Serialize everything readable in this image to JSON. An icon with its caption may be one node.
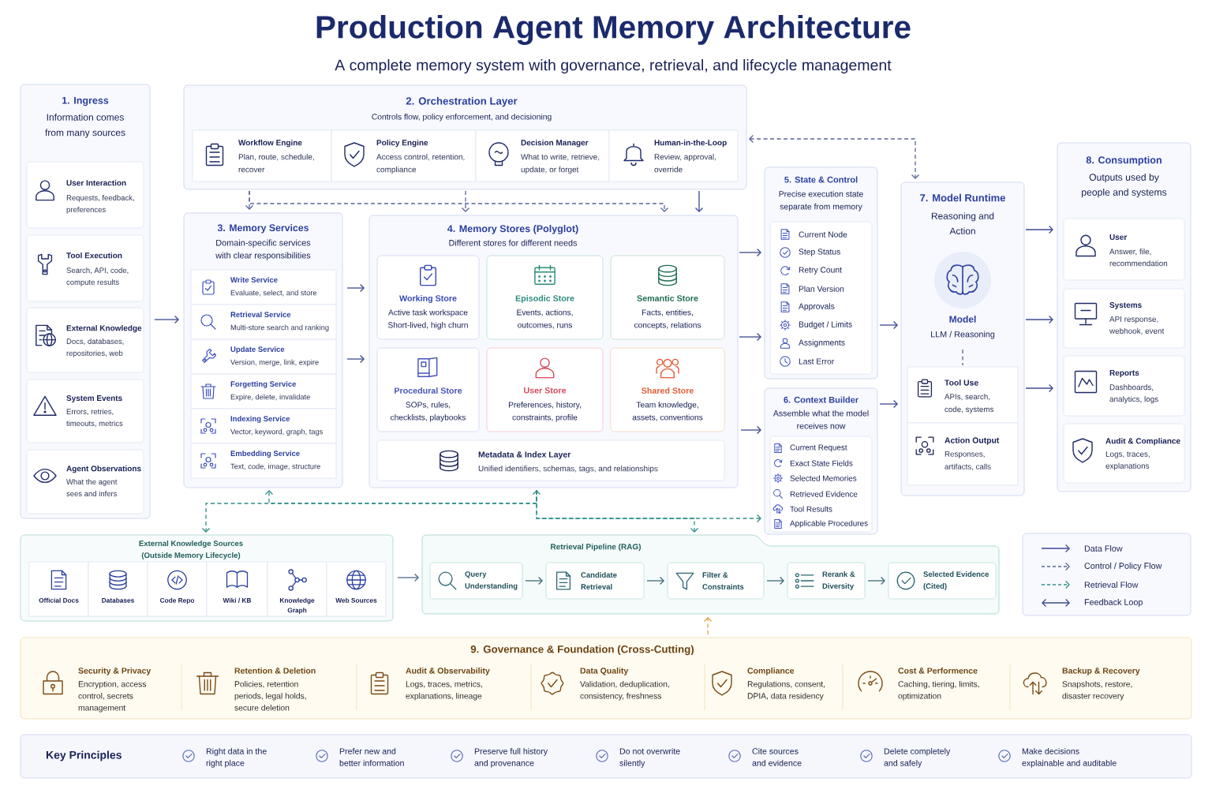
{
  "diagram": {
    "title": "Production Agent Memory Architecture",
    "labels": [
      "A complete memory system with governance, retrieval, and lifecycle management"
    ],
    "nodes": [
      {
        "text": [
          "1. Ingress",
          "Information comes from many sources"
        ]
      },
      {
        "text": [
          "User Interaction",
          "Requests, feedback, preferences"
        ],
        "in": 0
      },
      {
        "text": [
          "Tool Execution",
          "Search, API, code, compute results"
        ],
        "in": 0
      },
      {
        "text": [
          "External Knowledge",
          "Docs, databases, repositories, web"
        ],
        "in": 0
      },
      {
        "text": [
          "System Events",
          "Errors, retries, timeouts, metrics"
        ],
        "in": 0
      },
      {
        "text": [
          "Agent Observations",
          "What the agent sees and infers"
        ],
        "in": 0
      },
      {
        "text": [
          "2. Orchestration Layer",
          "Controls flow, policy enforcement, and decisioning"
        ]
      },
      {
        "text": [
          "Workflow Engine",
          "Plan, route, schedule, recover"
        ],
        "in": 6
      },
      {
        "text": [
          "Policy Engine",
          "Access control, retention, compliance"
        ],
        "in": 6
      },
      {
        "text": [
          "Decision Manager",
          "What to write, retrieve, update, or forget"
        ],
        "in": 6
      },
      {
        "text": [
          "Human-in-the-Loop",
          "Review, approval, override"
        ],
        "in": 6
      },
      {
        "text": [
          "3. Memory Services",
          "Domain-specific services with clear responsibilities"
        ]
      },
      {
        "text": [
          "Write Service",
          "Evaluate, select, and store"
        ],
        "in": 11
      },
      {
        "text": [
          "Retrieval Service",
          "Multi-store search and ranking"
        ],
        "in": 11
      },
      {
        "text": [
          "Update Service",
          "Version, merge, link, expire"
        ],
        "in": 11
      },
      {
        "text": [
          "Forgetting Service",
          "Expire, delete, invalidate"
        ],
        "in": 11
      },
      {
        "text": [
          "Indexing Service",
          "Vector, keyword, graph, tags"
        ],
        "in": 11
      },
      {
        "text": [
          "Embedding Service",
          "Text, code, image, structure"
        ],
        "in": 11
      },
      {
        "text": [
          "4. Memory Stores (Polyglot)",
          "Different stores for different needs"
        ]
      },
      {
        "text": [
          "Working Store",
          "Active task workspace Short-lived, high churn"
        ],
        "in": 18
      },
      {
        "text": [
          "Episodic Store",
          "Events, actions, outcomes, runs"
        ],
        "in": 18
      },
      {
        "text": [
          "Semantic Store",
          "Facts, entities, concepts, relations"
        ],
        "in": 18
      },
      {
        "text": [
          "Procedural Store",
          "SOPs, rules, checklists, playbooks"
        ],
        "in": 18
      },
      {
        "text": [
          "User Store",
          "Preferences, history, constraints, profile"
        ],
        "in": 18
      },
      {
        "text": [
          "Shared Store",
          "Team knowledge, assets, conventions"
        ],
        "in": 18
      },
      {
        "text": [
          "Metadata & Index Layer",
          "Unified identifiers, schemas, tags, and relationships"
        ],
        "in": 18
      },
      {
        "text": [
          "5. State & Control",
          "Precise execution state separate from memory"
        ]
      },
      {
        "text": [
          "Current Node",
          "Step Status",
          "Retry Count",
          "Plan Version",
          "Approvals",
          "Budget / Limits",
          "Assignments",
          "Last Error"
        ],
        "in": 26
      },
      {
        "text": [
          "6. Context Builder",
          "Assemble what the model receives now"
        ]
      },
      {
        "text": [
          "Current Request",
          "Exact State Fields",
          "Selected Memories",
          "Retrieved Evidence",
          "Tool Results",
          "Applicable Procedures"
        ],
        "in": 28
      },
      {
        "text": [
          "7. Model Runtime",
          "Reasoning and Action"
        ]
      },
      {
        "text": [
          "Model",
          "LLM / Reasoning"
        ],
        "in": 30
      },
      {
        "text": [
          "Tool Use",
          "APIs, search, code, systems"
        ],
        "in": 30
      },
      {
        "text": [
          "Action Output",
          "Responses, artifacts, calls"
        ],
        "in": 30
      },
      {
        "text": [
          "8. Consumption",
          "Outputs used by people and systems"
        ]
      },
      {
        "text": [
          "User",
          "Answer, file, recommendation"
        ],
        "in": 34
      },
      {
        "text": [
          "Systems",
          "API response, webhook, event"
        ],
        "in": 34
      },
      {
        "text": [
          "Reports",
          "Dashboards, analytics, logs"
        ],
        "in": 34
      },
      {
        "text": [
          "Audit & Compliance",
          "Logs, traces, explanations"
        ],
        "in": 34
      },
      {
        "text": [
          "External Knowledge Sources",
          "(Outside Memory Lifecycle)"
        ]
      },
      {
        "text": [
          "Official Docs"
        ],
        "in": 39
      },
      {
        "text": [
          "Databases"
        ],
        "in": 39
      },
      {
        "text": [
          "Code Repo"
        ],
        "in": 39
      },
      {
        "text": [
          "Wiki / KB"
        ],
        "in": 39
      },
      {
        "text": [
          "Knowledge Graph"
        ],
        "in": 39
      },
      {
        "text": [
          "Web Sources"
        ],
        "in": 39
      },
      {
        "text": [
          "Retrieval Pipeline (RAG)"
        ]
      },
      {
        "text": [
          "Query Understanding"
        ],
        "in": 46
      },
      {
        "text": [
          "Candidate Retrieval"
        ],
        "in": 46
      },
      {
        "text": [
          "Filter & Constraints"
        ],
        "in": 46
      },
      {
        "text": [
          "Rerank & Diversity"
        ],
        "in": 46
      },
      {
        "text": [
          "Selected Evidence (Cited)"
        ],
        "in": 46
      },
      {
        "text": [
          "9. Governance & Foundation (Cross-Cutting)"
        ]
      },
      {
        "text": [
          "Security & Privacy",
          "Encryption, access control, secrets management"
        ],
        "in": 52
      },
      {
        "text": [
          "Retention & Deletion",
          "Policies, retention periods, legal holds, secure deletion"
        ],
        "in": 52
      },
      {
        "text": [
          "Audit & Observability",
          "Logs, traces, metrics, explanations, lineage"
        ],
        "in": 52
      },
      {
        "text": [
          "Data Quality",
          "Validation, deduplication, consistency, freshness"
        ],
        "in": 52
      },
      {
        "text": [
          "Compliance",
          "Regulations, consent, DPIA, data residency"
        ],
        "in": 52
      },
      {
        "text": [
          "Cost & Performence",
          "Caching, tiering, limits, optimization"
        ],
        "in": 52
      },
      {
        "text": [
          "Backup & Recovery",
          "Snapshots, restore, disaster recovery"
        ],
        "in": 52
      },
      {
        "text": [
          "Key Principles",
          "Right data in the right place",
          "Prefer new and better information",
          "Preserve full history and provenance",
          "Do not overwrite silently",
          "Cite sources and evidence",
          "Delete completely and safely",
          "Make decisions explainable and auditable"
        ]
      }
    ],
    "edges": [
      {
        "from": 0,
        "to": 11,
        "arrow": "to"
      },
      {
        "from": 11,
        "to": 18,
        "arrow": "to"
      },
      {
        "from": 11,
        "to": 18,
        "arrow": "to"
      },
      {
        "from": 6,
        "to": 11,
        "arrow": "to",
        "style": "dashed",
        "color": "#5a6499"
      },
      {
        "from": 6,
        "to": 18,
        "arrow": "to",
        "style": "dashed",
        "color": "#5a6499"
      },
      {
        "from": 6,
        "to": 18,
        "arrow": "to",
        "style": "dashed",
        "color": "#5a6499"
      },
      {
        "from": 6,
        "to": 18,
        "arrow": "to"
      },
      {
        "from": 6,
        "to": 30,
        "arrow": "both",
        "style": "dashed",
        "color": "#5a6499"
      },
      {
        "from": 18,
        "to": 26,
        "arrow": "to"
      },
      {
        "from": 18,
        "to": 26,
        "arrow": "to"
      },
      {
        "from": 18,
        "to": 28,
        "arrow": "to"
      },
      {
        "from": 26,
        "to": 30,
        "arrow": "to"
      },
      {
        "from": 28,
        "to": 30,
        "arrow": "to"
      },
      {
        "from": 30,
        "to": 34,
        "arrow": "to"
      },
      {
        "from": 30,
        "to": 34,
        "arrow": "to"
      },
      {
        "from": 30,
        "to": 34,
        "arrow": "to"
      },
      {
        "from": 31,
        "to": 32,
        "arrow": "none",
        "style": "dashed",
        "color": "#5a6499"
      },
      {
        "from": 18,
        "to": 11,
        "arrow": "to",
        "style": "dashed",
        "color": "#2f8f8a"
      },
      {
        "from": 18,
        "to": 39,
        "arrow": "to",
        "style": "dashed",
        "color": "#2f8f8a"
      },
      {
        "from": 18,
        "to": 28,
        "arrow": "to",
        "style": "dashed",
        "color": "#2f8f8a"
      },
      {
        "from": 18,
        "to": 46,
        "arrow": "both",
        "style": "dashed",
        "color": "#2f8f8a"
      },
      {
        "from": 39,
        "to": 46,
        "arrow": "to",
        "color": "#4e6a8a"
      },
      {
        "from": 47,
        "to": 48,
        "arrow": "to",
        "color": "#3f6b78"
      },
      {
        "from": 48,
        "to": 49,
        "arrow": "to",
        "color": "#3f6b78"
      },
      {
        "from": 49,
        "to": 50,
        "arrow": "to",
        "color": "#3f6b78"
      },
      {
        "from": 50,
        "to": 51,
        "arrow": "to",
        "color": "#3f6b78"
      },
      {
        "from": 52,
        "to": 46,
        "arrow": "to",
        "style": "dashed",
        "color": "#e0a040"
      }
    ],
    "legend": [
      {
        "text": "Data Flow"
      },
      {
        "text": "Control / Policy Flow"
      },
      {
        "text": "Retrieval Flow"
      },
      {
        "text": "Feedback Loop"
      }
    ]
  }
}
